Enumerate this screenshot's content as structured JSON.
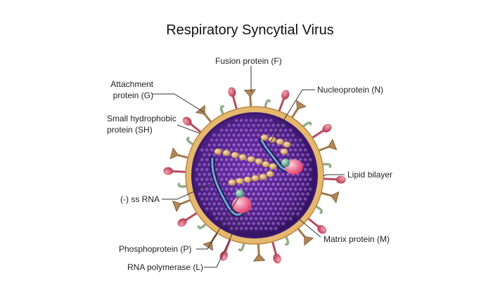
{
  "title": "Respiratory Syncytial Virus",
  "labels": {
    "fusion": "Fusion protein (F)",
    "attachment_1": "Attachment",
    "attachment_2": "protein (G)",
    "sh_1": "Small hydrophobic",
    "sh_2": "protein (SH)",
    "ssrna": "(-) ss RNA",
    "phospho": "Phosphoprotein (P)",
    "polymerase": "RNA polymerase (L)",
    "nucleo": "Nucleoprotein (N)",
    "lipid": "Lipid bilayer",
    "matrix": "Matrix protein (M)"
  },
  "colors": {
    "capsid_dark": "#3d1a66",
    "capsid_mid": "#7b3fb5",
    "capsid_light": "#b07ee0",
    "lipid": "#e2b46b",
    "fusion_spike": "#c9546a",
    "attachment_spike": "#a07a4a",
    "sh_spike": "#8fae86",
    "nucleoprotein": "#e8c08a",
    "polymerase": "#f27aa0",
    "phosphoprotein": "#5fa88c",
    "rna": "#6d8fc9"
  }
}
